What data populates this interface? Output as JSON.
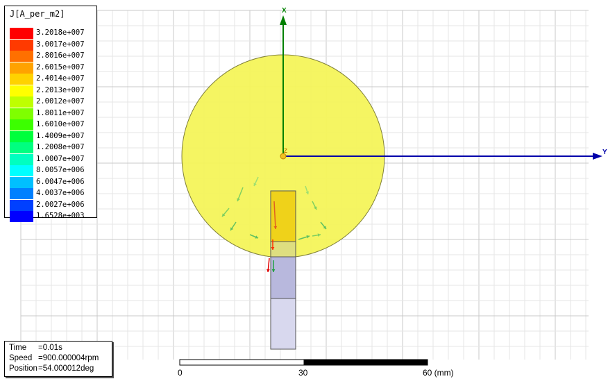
{
  "legend": {
    "title": "J[A_per_m2]",
    "entries": [
      {
        "label": "3.2018e+007",
        "color": "#ff0000"
      },
      {
        "label": "3.0017e+007",
        "color": "#ff3a00"
      },
      {
        "label": "2.8016e+007",
        "color": "#ff7000"
      },
      {
        "label": "2.6015e+007",
        "color": "#ffa200"
      },
      {
        "label": "2.4014e+007",
        "color": "#ffd200"
      },
      {
        "label": "2.2013e+007",
        "color": "#ffff00"
      },
      {
        "label": "2.0012e+007",
        "color": "#bfff00"
      },
      {
        "label": "1.8011e+007",
        "color": "#7fff00"
      },
      {
        "label": "1.6010e+007",
        "color": "#3cff00"
      },
      {
        "label": "1.4009e+007",
        "color": "#00ff3c"
      },
      {
        "label": "1.2008e+007",
        "color": "#00ff80"
      },
      {
        "label": "1.0007e+007",
        "color": "#00ffc0"
      },
      {
        "label": "8.0057e+006",
        "color": "#00ffff"
      },
      {
        "label": "6.0047e+006",
        "color": "#00c0ff"
      },
      {
        "label": "4.0037e+006",
        "color": "#0080ff"
      },
      {
        "label": "2.0027e+006",
        "color": "#0040ff"
      },
      {
        "label": "1.6528e+003",
        "color": "#0000ff"
      }
    ]
  },
  "info": {
    "time_label": "Time",
    "time_value": "=0.01s",
    "speed_label": "Speed",
    "speed_value": "=900.000004rpm",
    "position_label": "Position",
    "position_value": "=54.000012deg"
  },
  "scale": {
    "labels": [
      "0",
      "30",
      "60 (mm)"
    ]
  },
  "axes": {
    "x_label": "X",
    "y_label": "Y",
    "z_label": "Z",
    "x_color": "#008000",
    "y_color": "#0000aa"
  },
  "colors": {
    "rotor_fill": "#f5f55a",
    "grid": "#d8d8d8",
    "coil_fill": "#b8b8dd"
  }
}
